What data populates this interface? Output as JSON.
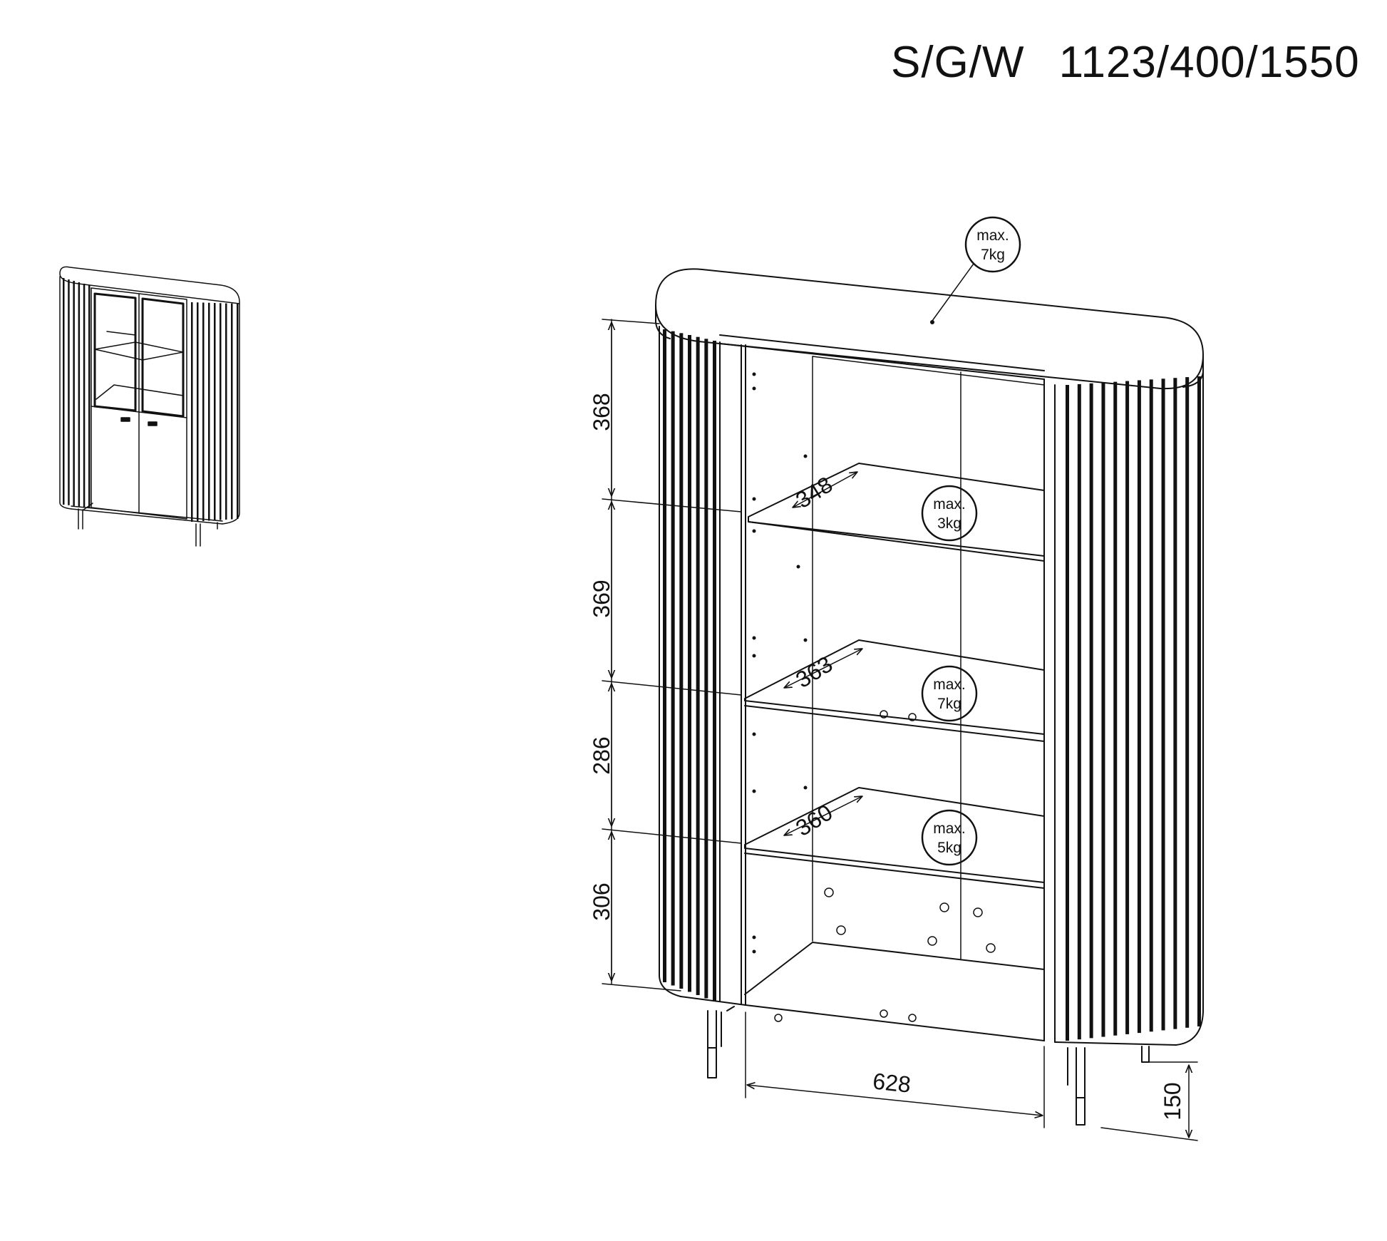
{
  "header": {
    "code": "S/G/W",
    "dimensions": "1123/400/1550"
  },
  "dimensions": {
    "height_1": "368",
    "height_2": "369",
    "height_3": "286",
    "height_4": "306",
    "shelf_depth_1": "348",
    "shelf_depth_2": "363",
    "shelf_depth_3": "360",
    "inner_width": "628",
    "leg_height": "150"
  },
  "load_limits": {
    "top": {
      "line1": "max.",
      "line2": "7kg"
    },
    "shelf_1": {
      "line1": "max.",
      "line2": "3kg"
    },
    "shelf_2": {
      "line1": "max.",
      "line2": "7kg"
    },
    "shelf_3": {
      "line1": "max.",
      "line2": "5kg"
    }
  }
}
